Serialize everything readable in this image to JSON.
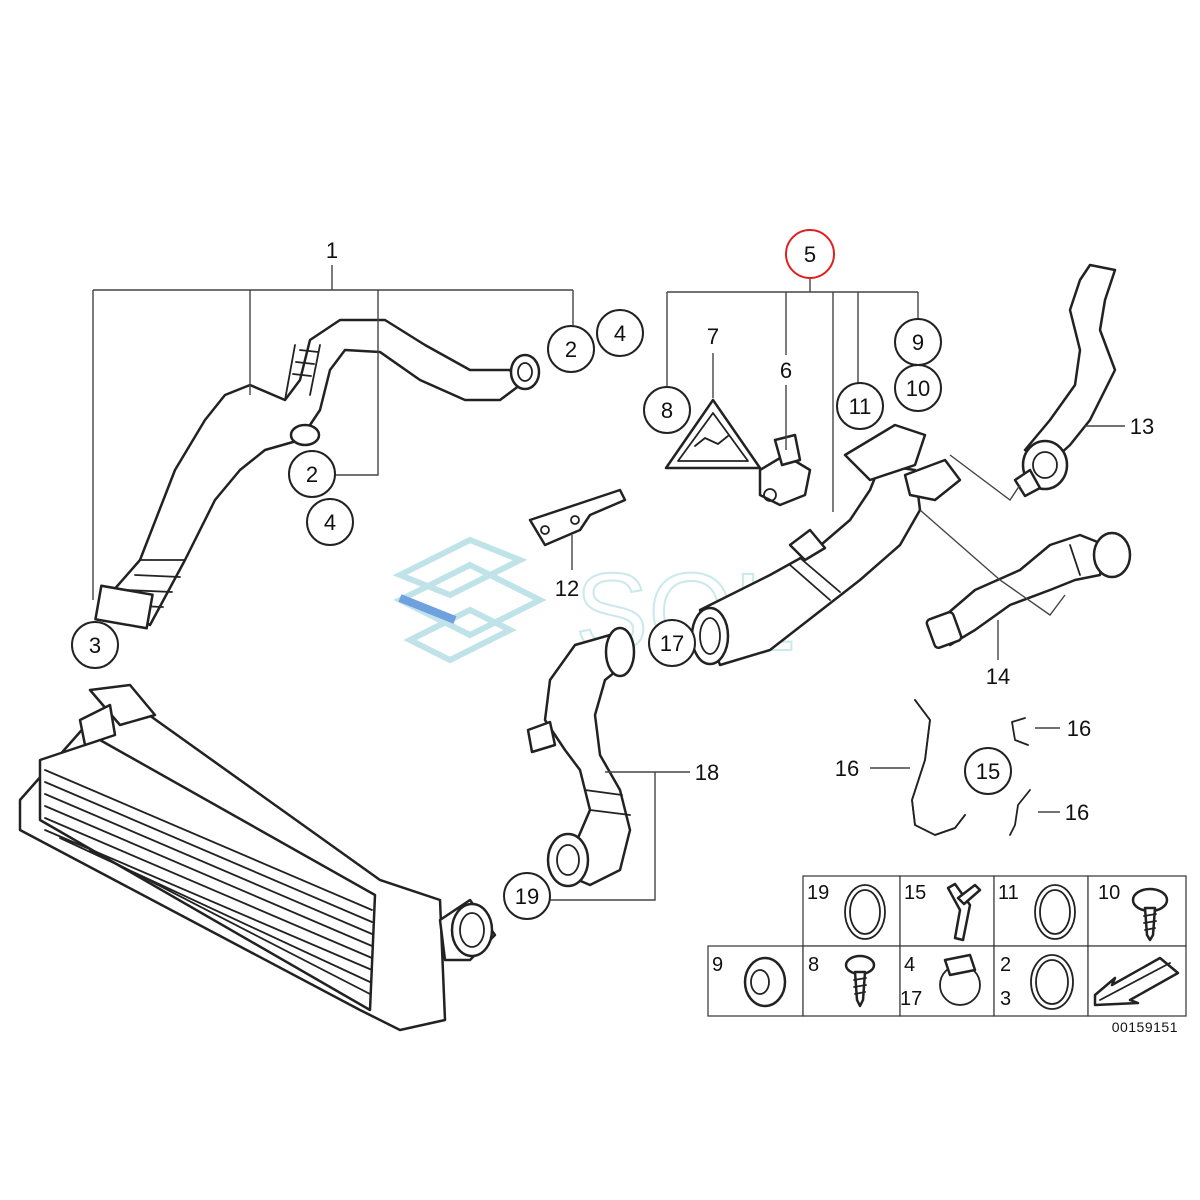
{
  "callouts": [
    {
      "id": "c1",
      "label": "1"
    },
    {
      "id": "c2a",
      "label": "2"
    },
    {
      "id": "c4a",
      "label": "4"
    },
    {
      "id": "c2b",
      "label": "2"
    },
    {
      "id": "c4b",
      "label": "4"
    },
    {
      "id": "c3",
      "label": "3"
    },
    {
      "id": "c5",
      "label": "5",
      "highlight": true
    },
    {
      "id": "c7",
      "label": "7"
    },
    {
      "id": "c6",
      "label": "6"
    },
    {
      "id": "c8",
      "label": "8"
    },
    {
      "id": "c9",
      "label": "9"
    },
    {
      "id": "c10",
      "label": "10"
    },
    {
      "id": "c11",
      "label": "11"
    },
    {
      "id": "c12",
      "label": "12"
    },
    {
      "id": "c13",
      "label": "13"
    },
    {
      "id": "c14",
      "label": "14"
    },
    {
      "id": "c15",
      "label": "15"
    },
    {
      "id": "c16a",
      "label": "16"
    },
    {
      "id": "c16b",
      "label": "16"
    },
    {
      "id": "c16c",
      "label": "16"
    },
    {
      "id": "c17",
      "label": "17"
    },
    {
      "id": "c18",
      "label": "18"
    },
    {
      "id": "c19",
      "label": "19"
    }
  ],
  "grid": [
    {
      "id": "g19",
      "nums": [
        "19"
      ]
    },
    {
      "id": "g15",
      "nums": [
        "15"
      ]
    },
    {
      "id": "g11",
      "nums": [
        "11"
      ]
    },
    {
      "id": "g10",
      "nums": [
        "10"
      ]
    },
    {
      "id": "g9",
      "nums": [
        "9"
      ]
    },
    {
      "id": "g8",
      "nums": [
        "8"
      ]
    },
    {
      "id": "g417",
      "nums": [
        "4",
        "17"
      ]
    },
    {
      "id": "g23",
      "nums": [
        "2",
        "3"
      ]
    }
  ],
  "diagram_code": "00159151",
  "watermark": "SOL",
  "colors": {
    "highlight": "#e02020",
    "watermark": "#bfe3e8",
    "watermark_accent": "#6fa0e0"
  }
}
